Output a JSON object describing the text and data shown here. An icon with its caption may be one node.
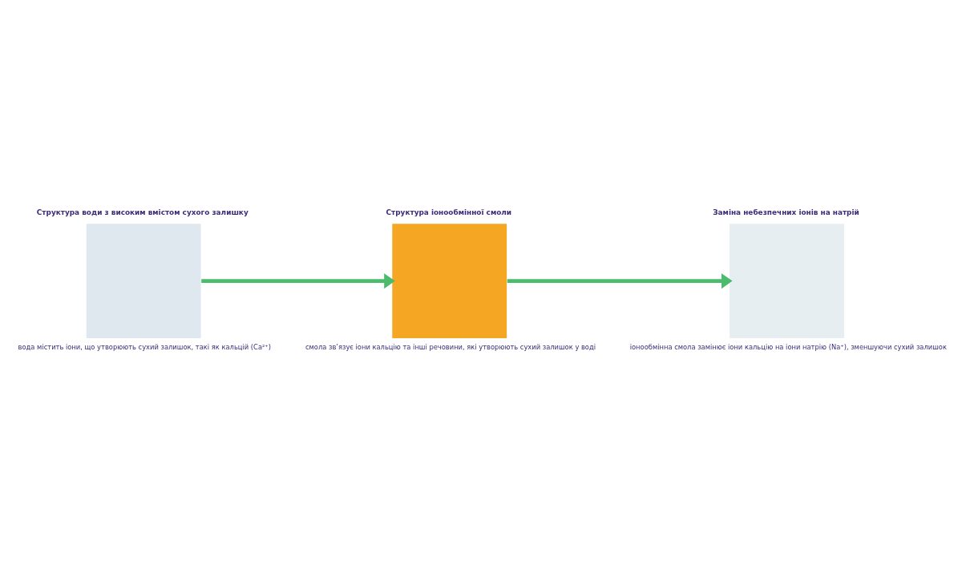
{
  "diagram": {
    "nodes": [
      {
        "text": [
          "Структура води з високим вмістом сухого залишку"
        ],
        "beside": [
          "вода містить іони, що утворюють сухий залишок, такі як кальцій (Ca²⁺)"
        ]
      },
      {
        "text": [
          "Структура іонообмінної смоли"
        ],
        "beside": [
          "смола зв’язує іони кальцію та інші речовини, які утворюють сухий залишок у воді"
        ]
      },
      {
        "text": [
          "Заміна небезпечних іонів на натрій"
        ],
        "beside": [
          "іонообмінна смола замінює іони кальцію на іони натрію (Na⁺), зменшуючи сухий залишок"
        ]
      }
    ],
    "edges": [
      {
        "from": 0,
        "to": 1,
        "arrow": "to"
      },
      {
        "from": 1,
        "to": 2,
        "arrow": "to"
      }
    ]
  }
}
